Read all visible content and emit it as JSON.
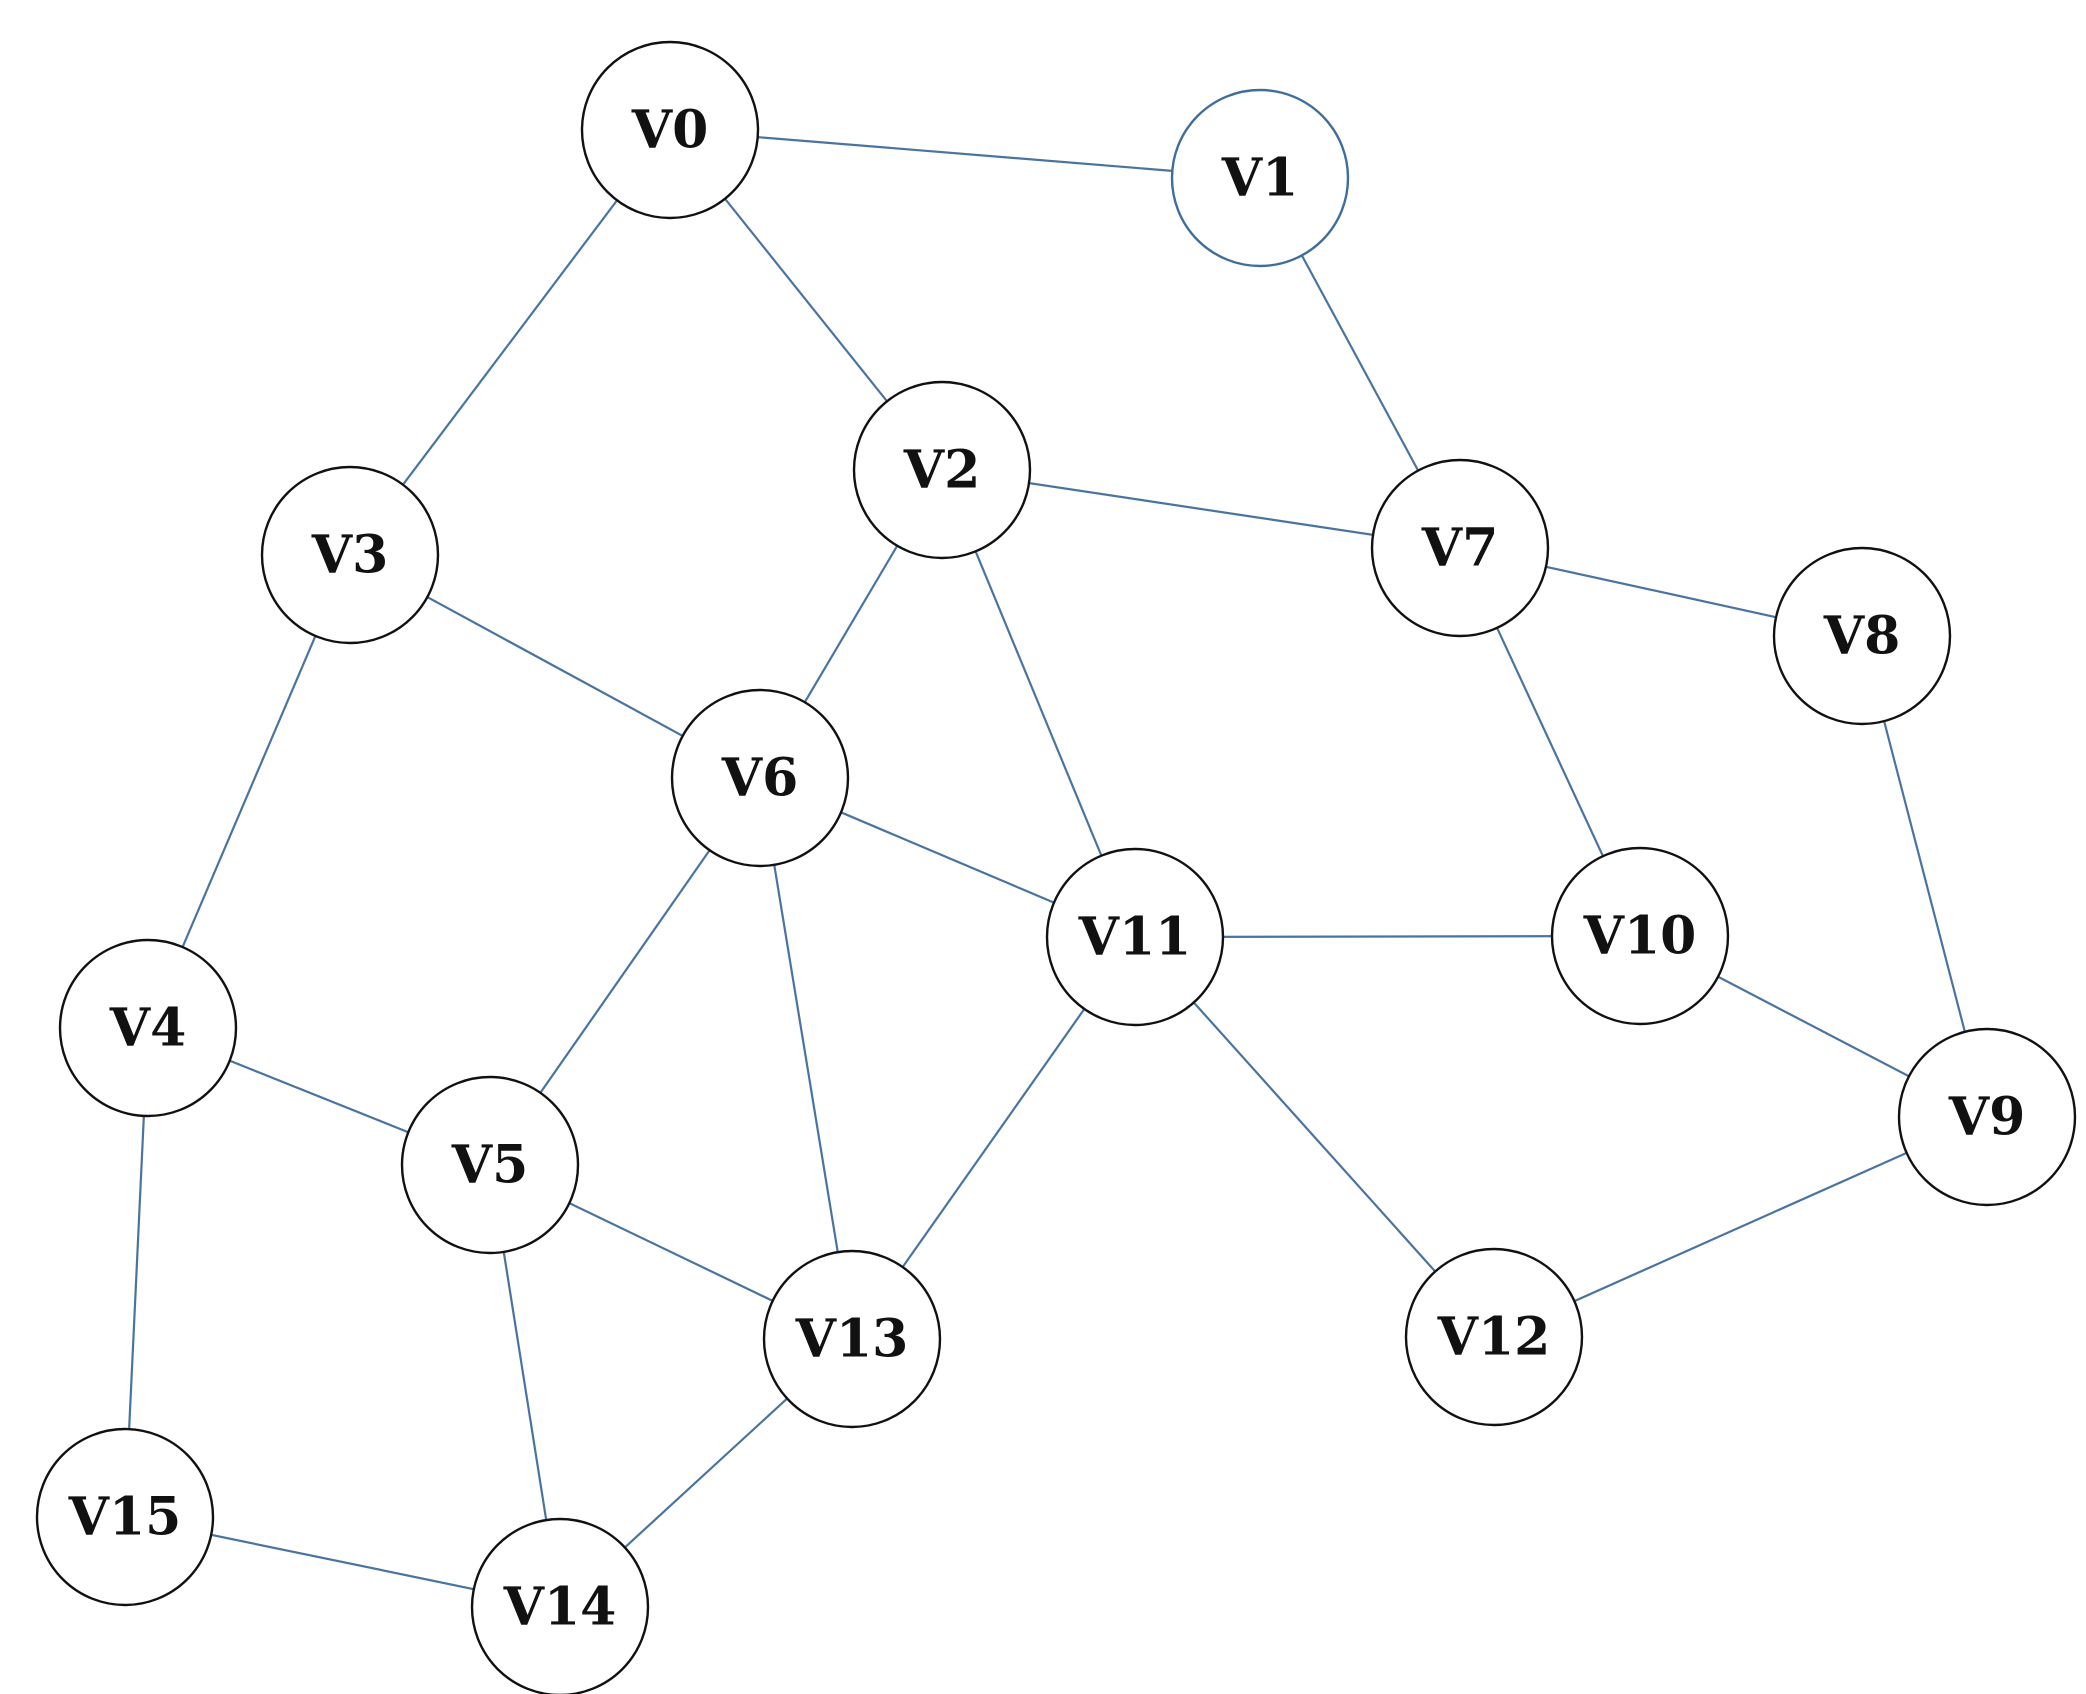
{
  "colors": {
    "edge": "#4a74a0",
    "node_stroke": "#111111",
    "node_stroke_alt": "#3f6d9c",
    "node_fill": "#ffffff",
    "label": "#111111"
  },
  "nodes": [
    {
      "id": "V0",
      "label": "V0"
    },
    {
      "id": "V1",
      "label": "V1",
      "stroke": "alt"
    },
    {
      "id": "V2",
      "label": "V2"
    },
    {
      "id": "V3",
      "label": "V3"
    },
    {
      "id": "V4",
      "label": "V4"
    },
    {
      "id": "V5",
      "label": "V5"
    },
    {
      "id": "V6",
      "label": "V6"
    },
    {
      "id": "V7",
      "label": "V7"
    },
    {
      "id": "V8",
      "label": "V8"
    },
    {
      "id": "V9",
      "label": "V9"
    },
    {
      "id": "V10",
      "label": "V10"
    },
    {
      "id": "V11",
      "label": "V11"
    },
    {
      "id": "V12",
      "label": "V12"
    },
    {
      "id": "V13",
      "label": "V13"
    },
    {
      "id": "V14",
      "label": "V14"
    },
    {
      "id": "V15",
      "label": "V15"
    }
  ],
  "edges": [
    [
      "V0",
      "V1"
    ],
    [
      "V0",
      "V2"
    ],
    [
      "V0",
      "V3"
    ],
    [
      "V1",
      "V7"
    ],
    [
      "V2",
      "V7"
    ],
    [
      "V2",
      "V6"
    ],
    [
      "V2",
      "V11"
    ],
    [
      "V3",
      "V6"
    ],
    [
      "V3",
      "V4"
    ],
    [
      "V4",
      "V5"
    ],
    [
      "V4",
      "V15"
    ],
    [
      "V5",
      "V6"
    ],
    [
      "V5",
      "V13"
    ],
    [
      "V5",
      "V14"
    ],
    [
      "V6",
      "V11"
    ],
    [
      "V6",
      "V13"
    ],
    [
      "V7",
      "V8"
    ],
    [
      "V7",
      "V10"
    ],
    [
      "V8",
      "V9"
    ],
    [
      "V9",
      "V10"
    ],
    [
      "V9",
      "V12"
    ],
    [
      "V10",
      "V11"
    ],
    [
      "V11",
      "V12"
    ],
    [
      "V11",
      "V13"
    ],
    [
      "V13",
      "V14"
    ],
    [
      "V14",
      "V15"
    ]
  ]
}
